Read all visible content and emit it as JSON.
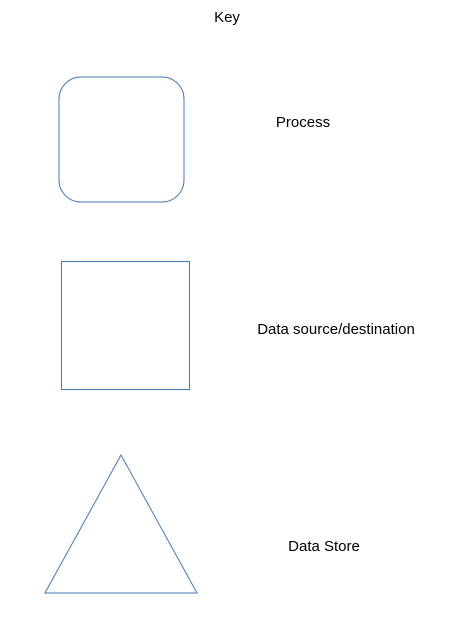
{
  "diagram": {
    "title": "Key",
    "stroke_color": "#4a77b0",
    "items": [
      {
        "shape": "rounded-rectangle",
        "label": "Process"
      },
      {
        "shape": "rectangle",
        "label": "Data source/destination"
      },
      {
        "shape": "triangle",
        "label": "Data Store"
      }
    ]
  }
}
